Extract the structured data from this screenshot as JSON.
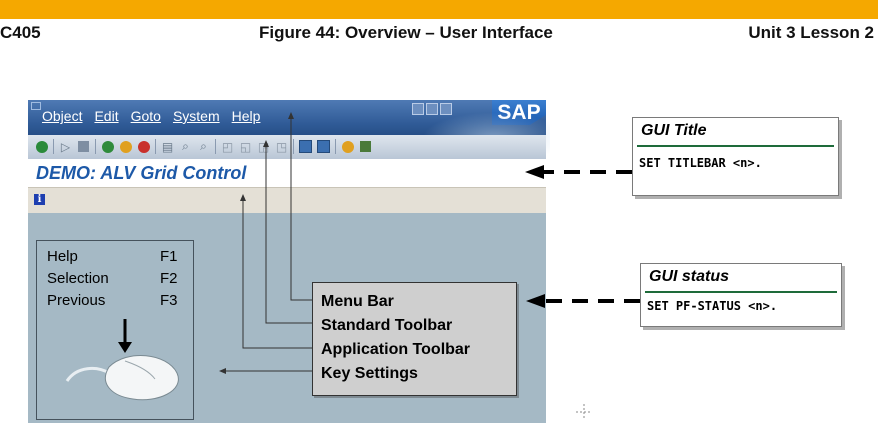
{
  "header": {
    "left": "C405",
    "center": "Figure 44: Overview – User Interface",
    "right": "Unit 3 Lesson 2"
  },
  "sap_window": {
    "menu": [
      "Object",
      "Edit",
      "Goto",
      "System",
      "Help"
    ],
    "logo": "SAP",
    "title": "DEMO: ALV Grid Control",
    "info_icon": "i"
  },
  "key_settings": [
    {
      "name": "Help",
      "key": "F1"
    },
    {
      "name": "Selection",
      "key": "F2"
    },
    {
      "name": "Previous",
      "key": "F3"
    }
  ],
  "labels": [
    "Menu Bar",
    "Standard Toolbar",
    "Application Toolbar",
    "Key Settings"
  ],
  "callouts": {
    "gui_title": {
      "heading": "GUI Title",
      "code": "SET TITLEBAR <n>."
    },
    "gui_status": {
      "heading": "GUI status",
      "code": "SET PF-STATUS <n>."
    }
  },
  "colors": {
    "accent_bar": "#f5a800",
    "menu_blue": "#2f5a96",
    "title_text": "#1d59a8",
    "work_area": "#a5b9c5",
    "rule_green": "#1e6b3a"
  }
}
